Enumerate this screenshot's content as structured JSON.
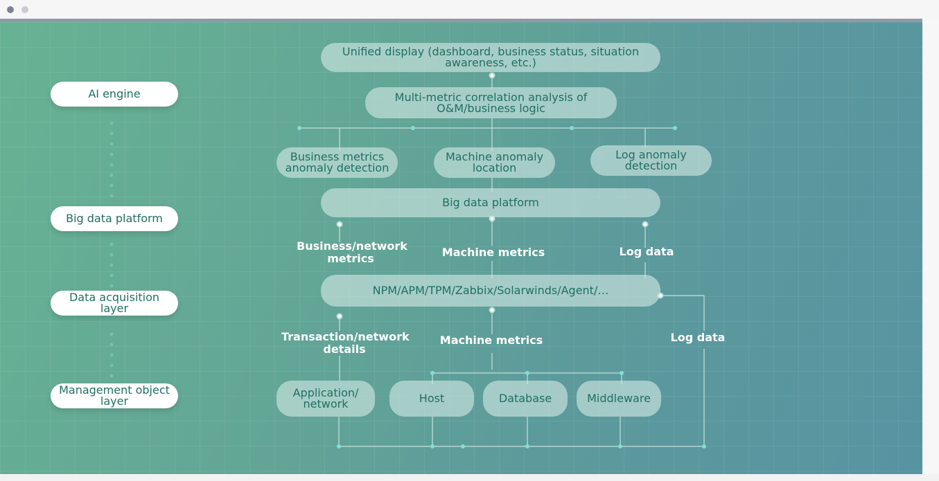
{
  "window": {
    "controls": [
      "close-dot",
      "minimize-dot"
    ]
  },
  "layers": [
    {
      "label": "AI engine"
    },
    {
      "label": "Big data platform"
    },
    {
      "label": "Data acquisition layer"
    },
    {
      "label": "Management object layer"
    }
  ],
  "boxes": {
    "display": "Unified display (dashboard, business status, situation awareness, etc.)",
    "correlation": "Multi-metric correlation analysis of O&M/business logic",
    "business_anomaly": "Business metrics anomaly detection",
    "machine_anomaly": "Machine anomaly location",
    "log_anomaly": "Log anomaly detection",
    "big_data": "Big data platform",
    "collectors": "NPM/APM/TPM/Zabbix/Solarwinds/Agent/…",
    "app_network": "Application/ network",
    "host": "Host",
    "database": "Database",
    "middleware": "Middleware"
  },
  "edge_labels": {
    "business_network_metrics": "Business/network metrics",
    "machine_metrics_upper": "Machine metrics",
    "log_data_upper": "Log data",
    "transaction_details": "Transaction/network details",
    "machine_metrics_lower": "Machine metrics",
    "log_data_lower": "Log data"
  },
  "colors": {
    "pill_text": "#1f6f63",
    "line": "#cfe7e3",
    "dot_accent": "#7fe0d8"
  }
}
